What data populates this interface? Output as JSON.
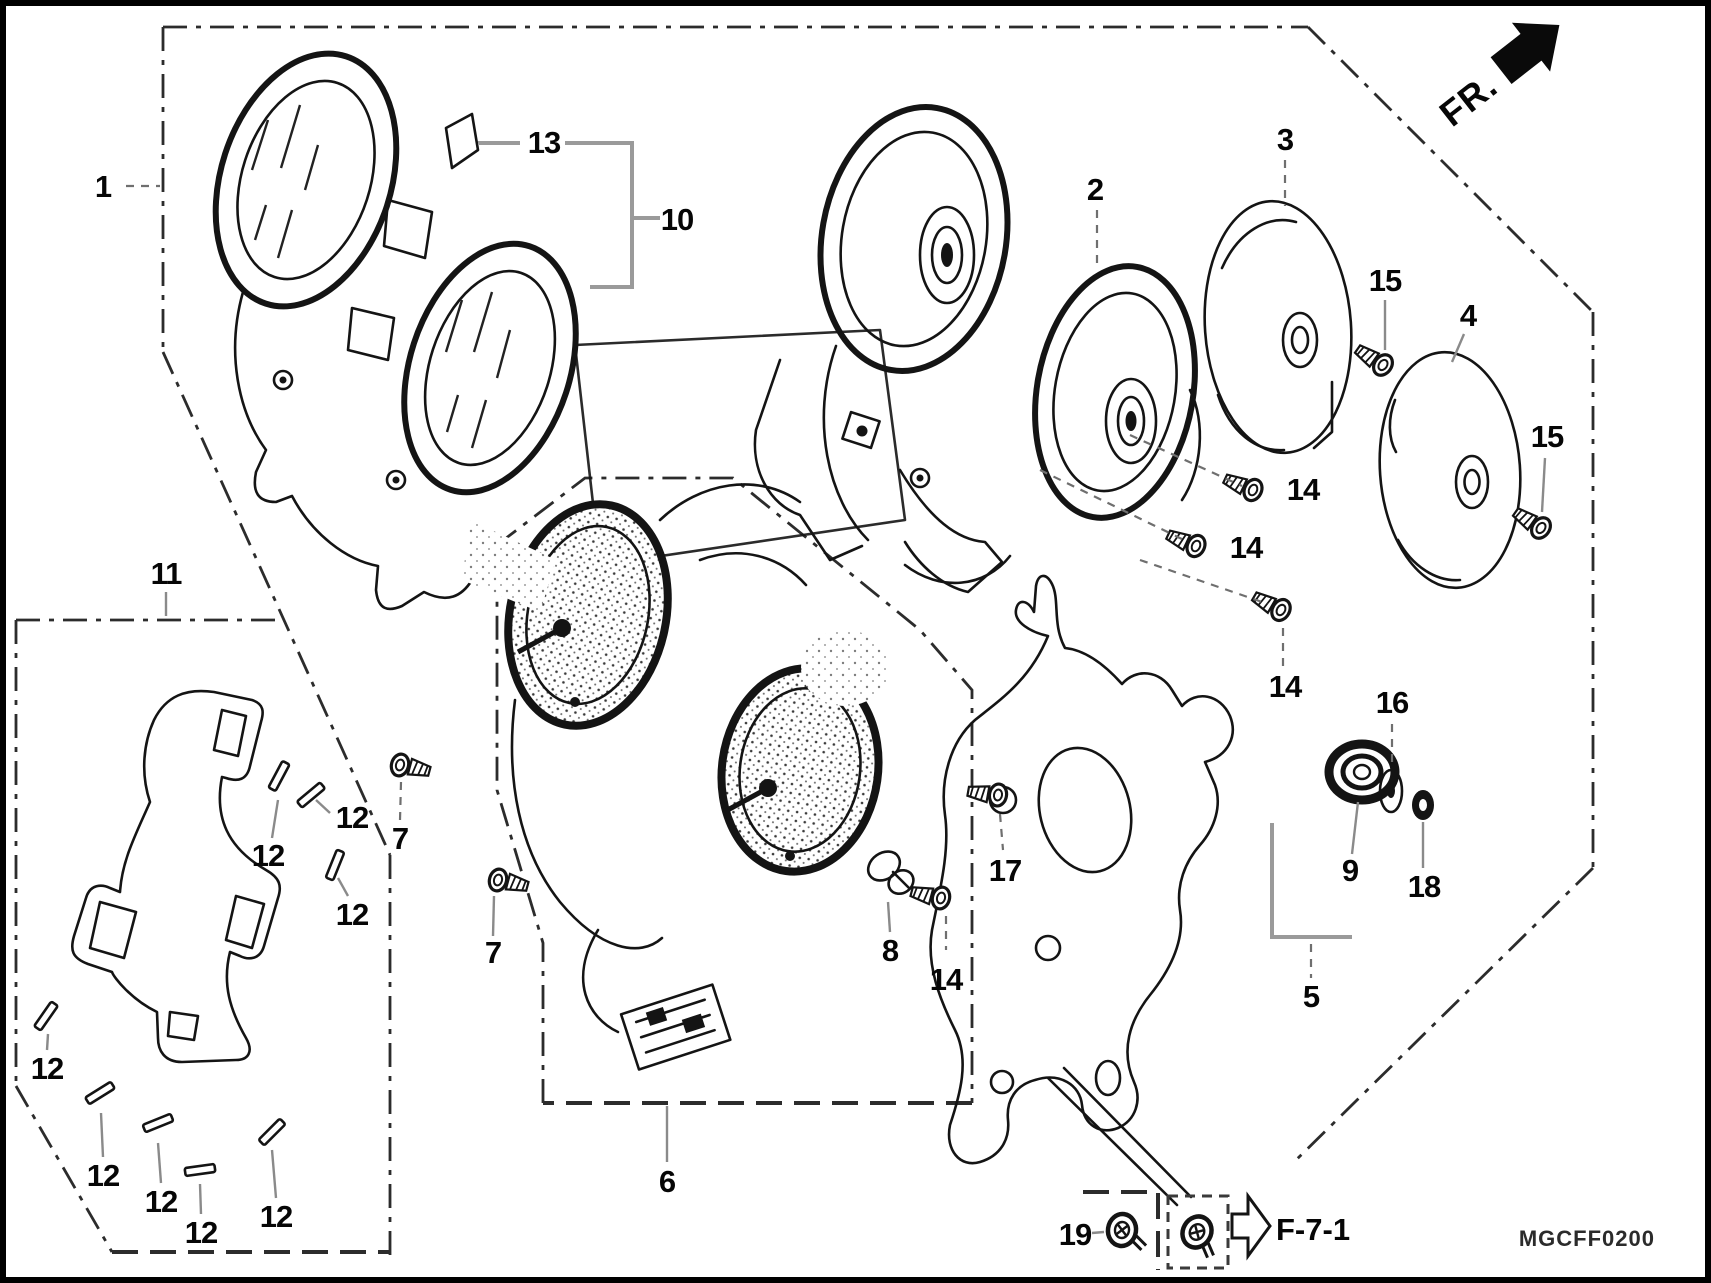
{
  "page": {
    "background": "#ffffff",
    "line_color": "#141414",
    "leader_color": "#8a8a8a",
    "drawing_code": "MGCFF0200",
    "direction_label": "FR.",
    "reference_label": "F-7-1"
  },
  "part_numbers": {
    "p1": "1",
    "p2": "2",
    "p3": "3",
    "p4": "4",
    "p5": "5",
    "p6": "6",
    "p7": "7",
    "p8": "8",
    "p9": "9",
    "p10": "10",
    "p11": "11",
    "p12": "12",
    "p13": "13",
    "p14": "14",
    "p15": "15",
    "p16": "16",
    "p17": "17",
    "p18": "18",
    "p19": "19"
  }
}
